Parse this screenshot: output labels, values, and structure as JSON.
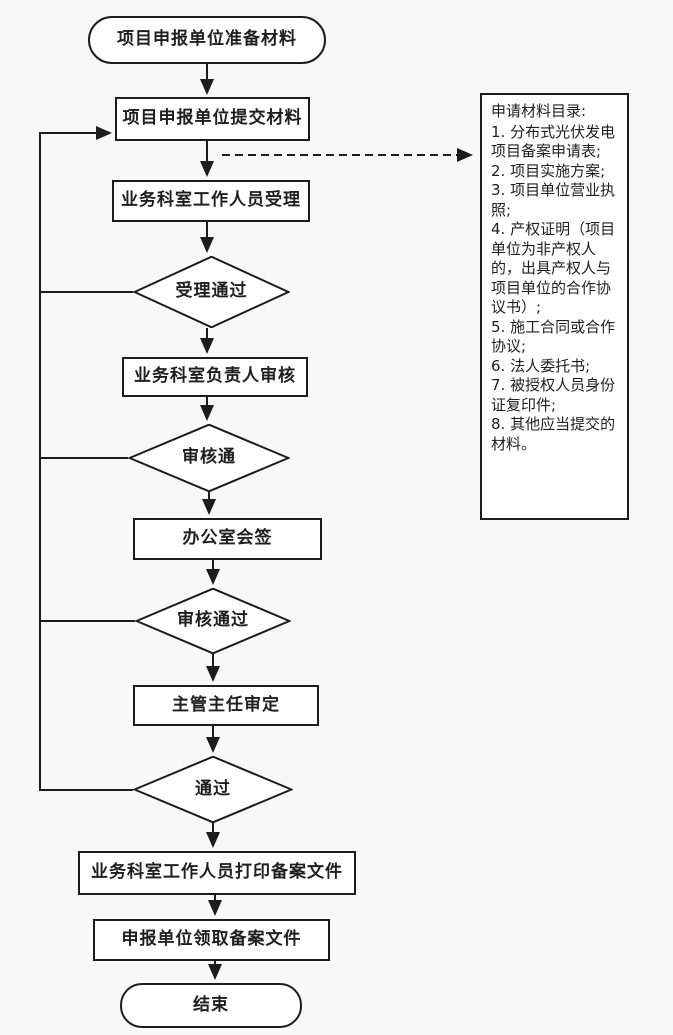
{
  "diagram": {
    "type": "flowchart",
    "colors": {
      "line": "#1c1c1c",
      "shape_fill": "#ffffff",
      "background": "#f9f8f8"
    },
    "nodes": {
      "start": {
        "type": "terminator",
        "label": "项目申报单位准备材料"
      },
      "submit": {
        "type": "process",
        "label": "项目申报单位提交材料"
      },
      "accept": {
        "type": "process",
        "label": "业务科室工作人员受理"
      },
      "decision_accept": {
        "type": "decision",
        "label": "受理通过"
      },
      "review": {
        "type": "process",
        "label": "业务科室负责人审核"
      },
      "decision_review": {
        "type": "decision",
        "label": "审核通"
      },
      "countersign": {
        "type": "process",
        "label": "办公室会签"
      },
      "decision_countersign": {
        "type": "decision",
        "label": "审核通过"
      },
      "director": {
        "type": "process",
        "label": "主管主任审定"
      },
      "decision_final": {
        "type": "decision",
        "label": "通过"
      },
      "print": {
        "type": "process",
        "label": "业务科室工作人员打印备案文件"
      },
      "receive": {
        "type": "process",
        "label": "申报单位领取备案文件"
      },
      "end": {
        "type": "terminator",
        "label": "结束"
      }
    },
    "materials": {
      "title": "申请材料目录:",
      "items": [
        "1. 分布式光伏发电项目备案申请表;",
        "2. 项目实施方案;",
        "3. 项目单位营业执照;",
        "4. 产权证明（项目单位为非产权人的，出具产权人与项目单位的合作协议书）;",
        "5. 施工合同或合作协议;",
        "6. 法人委托书;",
        "7. 被授权人员身份证复印件;",
        "8. 其他应当提交的材料。"
      ]
    },
    "edges": [
      {
        "from": "start",
        "to": "submit",
        "style": "solid"
      },
      {
        "from": "submit",
        "to": "accept",
        "style": "solid"
      },
      {
        "from": "submit",
        "to": "materials",
        "style": "dashed"
      },
      {
        "from": "accept",
        "to": "decision_accept",
        "style": "solid"
      },
      {
        "from": "decision_accept",
        "to": "review",
        "style": "solid"
      },
      {
        "from": "review",
        "to": "decision_review",
        "style": "solid"
      },
      {
        "from": "decision_review",
        "to": "countersign",
        "style": "solid"
      },
      {
        "from": "countersign",
        "to": "decision_countersign",
        "style": "solid"
      },
      {
        "from": "decision_countersign",
        "to": "director",
        "style": "solid"
      },
      {
        "from": "director",
        "to": "decision_final",
        "style": "solid"
      },
      {
        "from": "decision_final",
        "to": "print",
        "style": "solid"
      },
      {
        "from": "print",
        "to": "receive",
        "style": "solid"
      },
      {
        "from": "receive",
        "to": "end",
        "style": "solid"
      },
      {
        "from": "decision_accept",
        "to": "submit",
        "style": "feedback-left"
      },
      {
        "from": "decision_review",
        "to": "submit",
        "style": "feedback-left"
      },
      {
        "from": "decision_countersign",
        "to": "submit",
        "style": "feedback-left"
      },
      {
        "from": "decision_final",
        "to": "submit",
        "style": "feedback-left"
      }
    ]
  }
}
